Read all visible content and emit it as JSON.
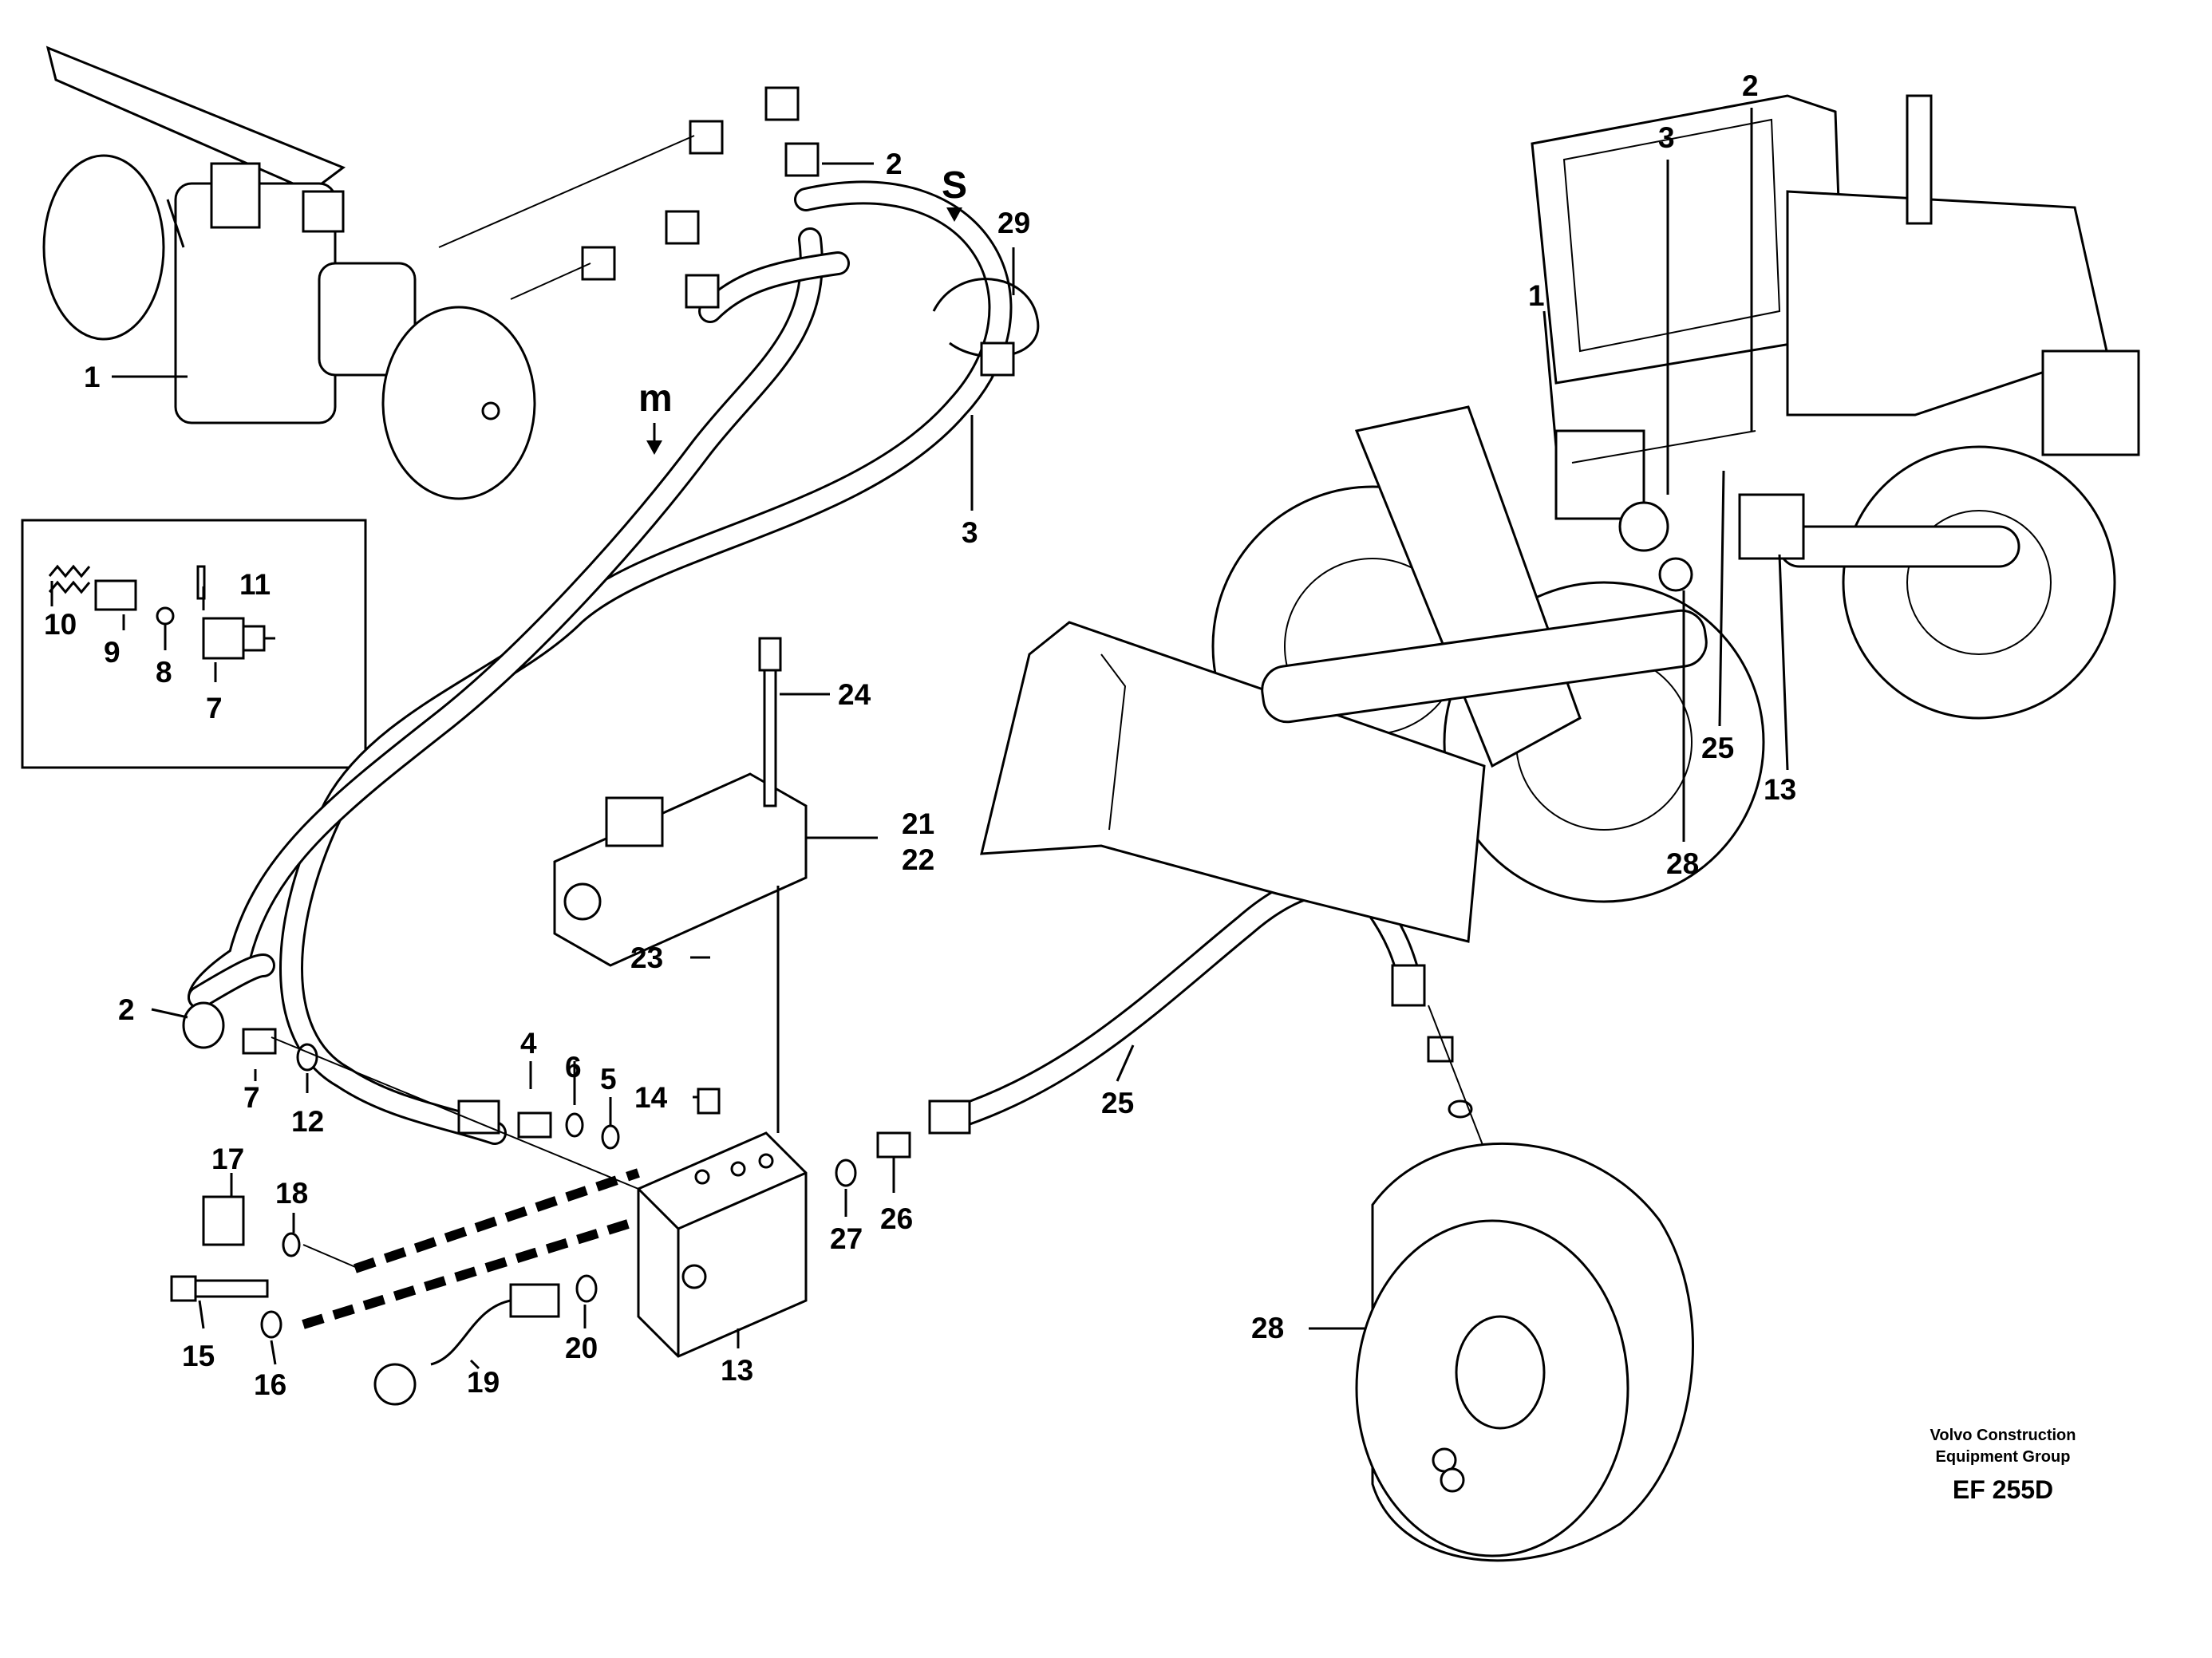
{
  "labels": {
    "p1a": "1",
    "p2a": "2",
    "s": "S",
    "p29": "29",
    "m": "m",
    "p3a": "3",
    "p11": "11",
    "p10": "10",
    "p9": "9",
    "p8": "8",
    "p7a": "7",
    "p24": "24",
    "p21": "21",
    "p22": "22",
    "p23": "23",
    "p2b": "2",
    "p7b": "7",
    "p12": "12",
    "p4": "4",
    "p6": "6",
    "p5": "5",
    "p14": "14",
    "p17": "17",
    "p18": "18",
    "p15": "15",
    "p16": "16",
    "p19": "19",
    "p20": "20",
    "p13a": "13",
    "p27": "27",
    "p26": "26",
    "p25a": "25",
    "p28a": "28",
    "p3b": "3",
    "p2c": "2",
    "p1b": "1",
    "p25b": "25",
    "p13b": "13",
    "p28b": "28"
  },
  "credit": {
    "line1": "Volvo Construction",
    "line2": "Equipment Group",
    "code": "EF 255D"
  }
}
